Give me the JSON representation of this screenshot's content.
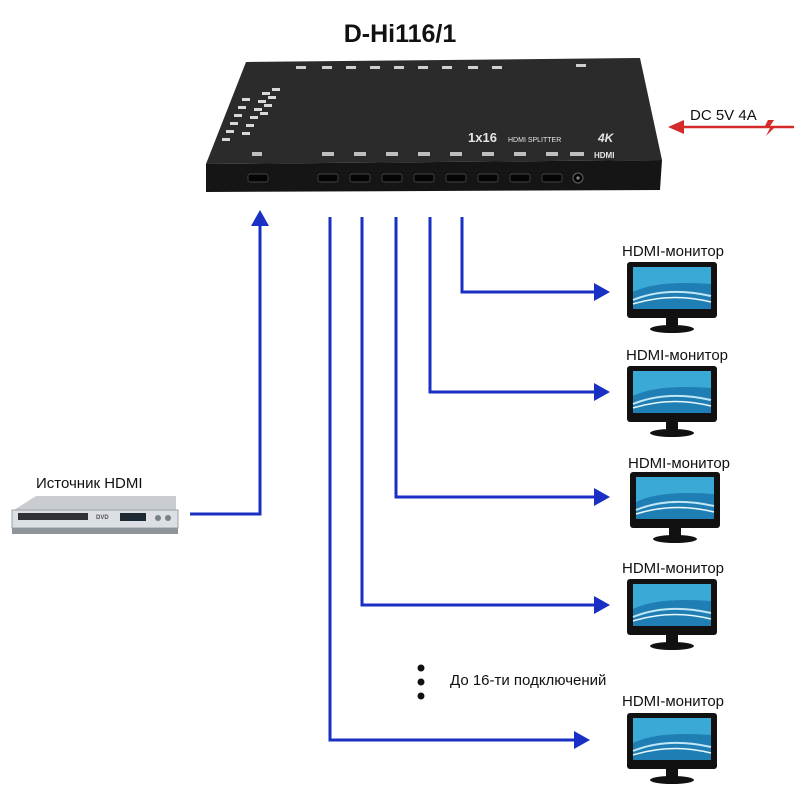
{
  "title": "D-Hi116/1",
  "device": {
    "panel_text": "1x16",
    "panel_subtext": "HDMI SPLITTER",
    "badge_4k": "4K",
    "badge_hdmi": "HDMI"
  },
  "power": {
    "label": "DC 5V 4A"
  },
  "source": {
    "label": "Источник HDMI",
    "disc_label": "DVD"
  },
  "monitors": [
    {
      "label": "HDMI-монитор"
    },
    {
      "label": "HDMI-монитор"
    },
    {
      "label": "HDMI-монитор"
    },
    {
      "label": "HDMI-монитор"
    },
    {
      "label": "HDMI-монитор"
    }
  ],
  "connections_note": "До 16-ти подключений",
  "colors": {
    "line": "#1a2fc4",
    "power_arrow": "#d42a2a",
    "device_body": "#1a1a1a",
    "screen": "#3aa9d6"
  }
}
